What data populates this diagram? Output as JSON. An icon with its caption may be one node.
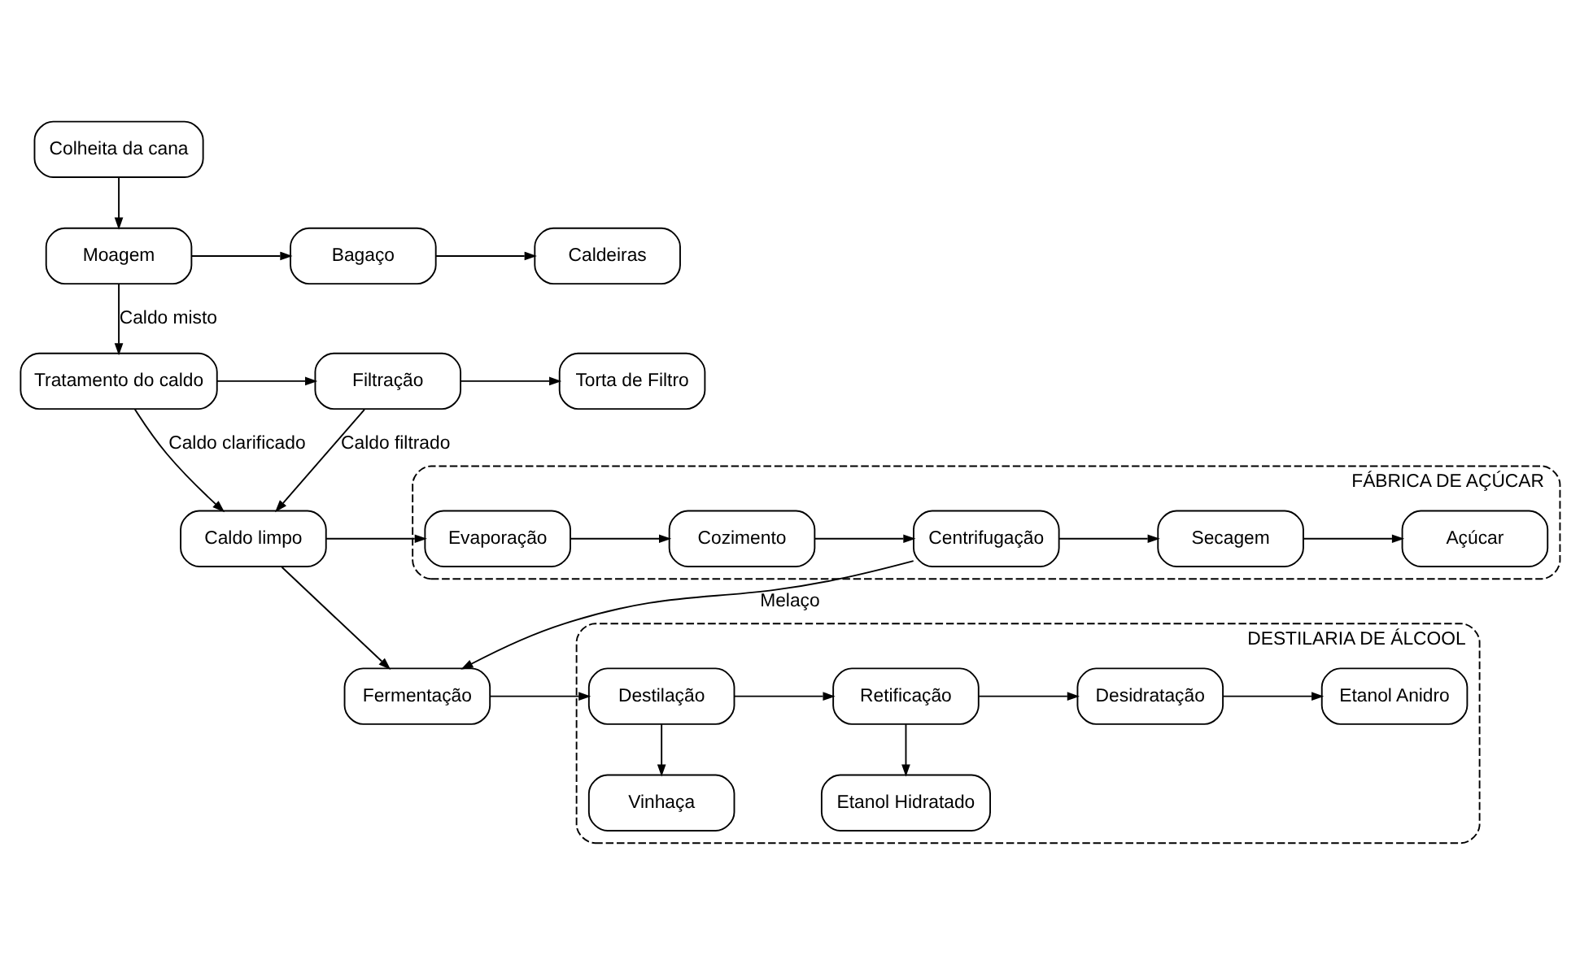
{
  "diagram": {
    "nodes": [
      {
        "text": [
          "Colheita da cana"
        ]
      },
      {
        "text": [
          "Moagem"
        ]
      },
      {
        "text": [
          "Bagaço"
        ]
      },
      {
        "text": [
          "Caldeiras"
        ]
      },
      {
        "text": [
          "Tratamento do caldo"
        ]
      },
      {
        "text": [
          "Filtração"
        ]
      },
      {
        "text": [
          "Torta de Filtro"
        ]
      },
      {
        "text": [
          "Caldo limpo"
        ]
      },
      {
        "text": [
          "FÁBRICA DE AÇÚCAR"
        ]
      },
      {
        "text": [
          "Evaporação"
        ],
        "in": 8
      },
      {
        "text": [
          "Cozimento"
        ],
        "in": 8
      },
      {
        "text": [
          "Centrifugação"
        ],
        "in": 8
      },
      {
        "text": [
          "Secagem"
        ],
        "in": 8
      },
      {
        "text": [
          "Açúcar"
        ],
        "in": 8
      },
      {
        "text": [
          "Fermentação"
        ]
      },
      {
        "text": [
          "DESTILARIA DE ÁLCOOL"
        ]
      },
      {
        "text": [
          "Destilação"
        ],
        "in": 15
      },
      {
        "text": [
          "Retificação"
        ],
        "in": 15
      },
      {
        "text": [
          "Desidratação"
        ],
        "in": 15
      },
      {
        "text": [
          "Etanol Anidro"
        ],
        "in": 15
      },
      {
        "text": [
          "Vinhaça"
        ],
        "in": 15
      },
      {
        "text": [
          "Etanol Hidratado"
        ],
        "in": 15
      }
    ],
    "edges": [
      {
        "from": 0,
        "to": 1,
        "arrow": "to"
      },
      {
        "from": 1,
        "to": 2,
        "arrow": "to"
      },
      {
        "from": 2,
        "to": 3,
        "arrow": "to"
      },
      {
        "from": 1,
        "to": 4,
        "arrow": "to",
        "label": "Caldo misto"
      },
      {
        "from": 4,
        "to": 5,
        "arrow": "to"
      },
      {
        "from": 5,
        "to": 6,
        "arrow": "to"
      },
      {
        "from": 4,
        "to": 7,
        "arrow": "to",
        "label": "Caldo clarificado"
      },
      {
        "from": 5,
        "to": 7,
        "arrow": "to",
        "label": "Caldo filtrado"
      },
      {
        "from": 7,
        "to": 9,
        "arrow": "to"
      },
      {
        "from": 9,
        "to": 10,
        "arrow": "to"
      },
      {
        "from": 10,
        "to": 11,
        "arrow": "to"
      },
      {
        "from": 11,
        "to": 12,
        "arrow": "to"
      },
      {
        "from": 12,
        "to": 13,
        "arrow": "to"
      },
      {
        "from": 11,
        "to": 14,
        "arrow": "to",
        "label": "Melaço"
      },
      {
        "from": 7,
        "to": 14,
        "arrow": "to"
      },
      {
        "from": 14,
        "to": 16,
        "arrow": "to"
      },
      {
        "from": 16,
        "to": 17,
        "arrow": "to"
      },
      {
        "from": 17,
        "to": 18,
        "arrow": "to"
      },
      {
        "from": 18,
        "to": 19,
        "arrow": "to"
      },
      {
        "from": 16,
        "to": 20,
        "arrow": "to"
      },
      {
        "from": 17,
        "to": 21,
        "arrow": "to"
      }
    ]
  }
}
